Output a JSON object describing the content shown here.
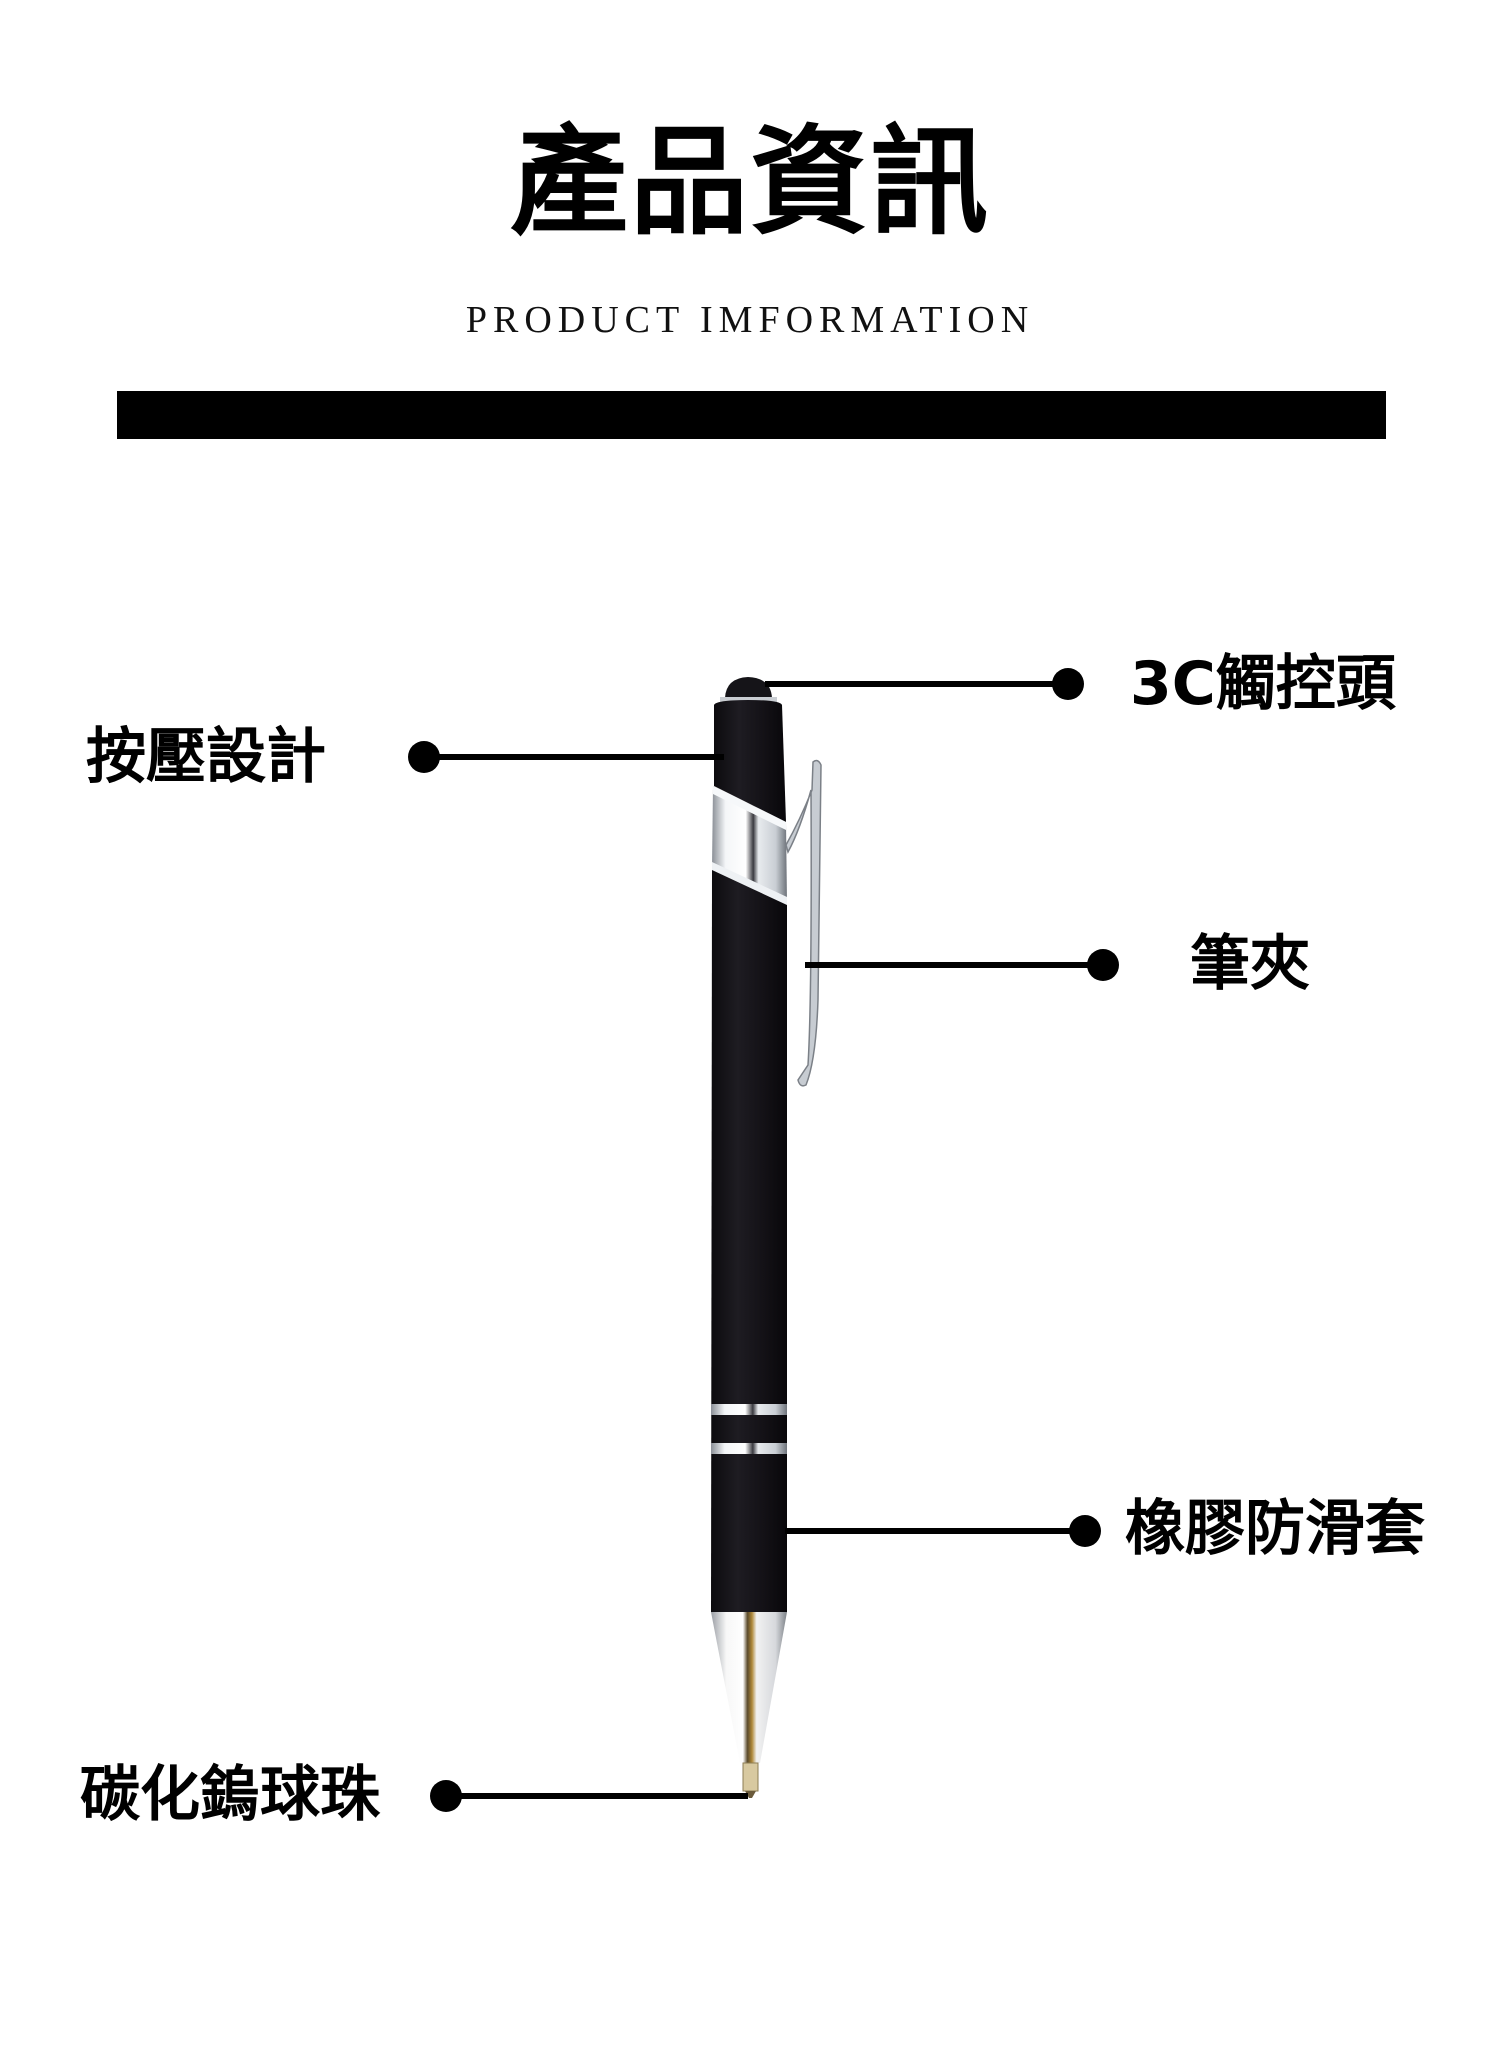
{
  "header": {
    "title": "產品資訊",
    "subtitle": "PRODUCT IMFORMATION"
  },
  "product": {
    "name": "pen",
    "callouts": [
      {
        "id": "touch-tip",
        "label": "3C觸控頭",
        "side": "right"
      },
      {
        "id": "press-design",
        "label": "按壓設計",
        "side": "left"
      },
      {
        "id": "pen-clip",
        "label": "筆夾",
        "side": "right"
      },
      {
        "id": "rubber-grip",
        "label": "橡膠防滑套",
        "side": "right"
      },
      {
        "id": "tungsten-ball",
        "label": "碳化鎢球珠",
        "side": "left"
      }
    ]
  },
  "colors": {
    "background": "#ffffff",
    "text": "#000000",
    "pen_body": "#141216",
    "chrome": "#d9dde2"
  }
}
